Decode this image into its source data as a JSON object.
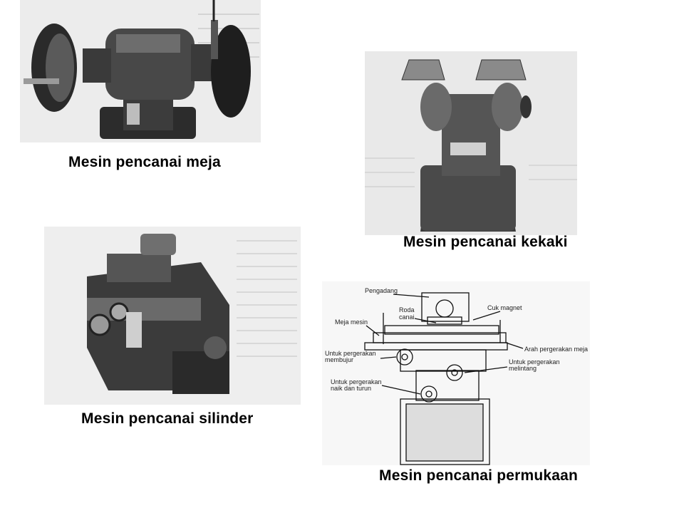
{
  "slide": {
    "background": "#ffffff",
    "ink": "#000000"
  },
  "figures": [
    {
      "caption": "Mesin pencanai meja",
      "icon": "bench-grinder-icon"
    },
    {
      "caption": "Mesin pencanai kekaki",
      "icon": "pedestal-grinder-icon"
    },
    {
      "caption": "Mesin pencanai silinder",
      "icon": "cylindrical-grinder-icon"
    },
    {
      "caption": "Mesin pencanai permukaan",
      "icon": "surface-grinder-icon"
    }
  ],
  "surface_labels": {
    "pengadang": "Pengadang",
    "roda_1": "Roda",
    "roda_2": "canai",
    "cuk": "Cuk magnet",
    "meja": "Meja mesin",
    "membujur_1": "Untuk pergerakan",
    "membujur_2": "membujur",
    "arah": "Arah pergerakan meja",
    "melintang_1": "Untuk pergerakan",
    "melintang_2": "melintang",
    "naik_1": "Untuk pergerakan",
    "naik_2": "naik dan turun"
  }
}
